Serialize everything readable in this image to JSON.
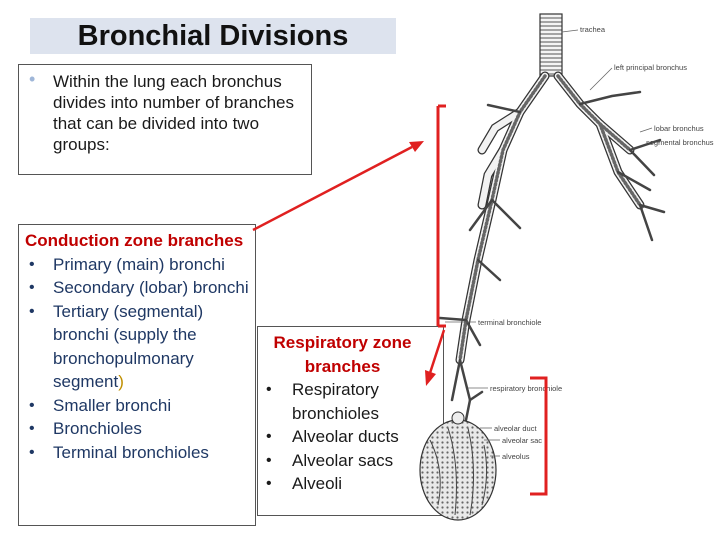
{
  "title": "Bronchial Divisions",
  "intro": {
    "bullet": "•",
    "text": "Within the lung each bronchus divides into number of branches that can be divided into two groups:"
  },
  "conduction": {
    "title": "Conduction zone branches",
    "items": [
      {
        "text": "Primary (main) bronchi"
      },
      {
        "text": "Secondary (lobar) bronchi"
      },
      {
        "text": "Tertiary (segmental) bronchi (supply the bronchopulmonary segment",
        "suffix": ")"
      },
      {
        "text": "Smaller bronchi"
      },
      {
        "text": "Bronchioles"
      },
      {
        "text": "Terminal bronchioles"
      }
    ]
  },
  "respiratory": {
    "title": "Respiratory zone branches",
    "items": [
      "Respiratory bronchioles",
      "Alveolar ducts",
      "Alveolar sacs",
      "Alveoli"
    ]
  },
  "diagram_labels": {
    "trachea": "trachea",
    "left_principal": "left principal bronchus",
    "lobar": "lobar bronchus",
    "segmental": "segmental bronchus",
    "terminal": "terminal bronchiole",
    "respiratory_bronchiole": "respiratory bronchiole",
    "alveolar_duct": "alveolar duct",
    "alveolar_sac": "alveolar sac",
    "alveolus": "alveolus"
  },
  "colors": {
    "accent_red": "#c00000",
    "arrow_red": "#e02020",
    "title_bg": "#dde3ee",
    "list_blue": "#1f3864",
    "gold": "#bf8f00"
  }
}
